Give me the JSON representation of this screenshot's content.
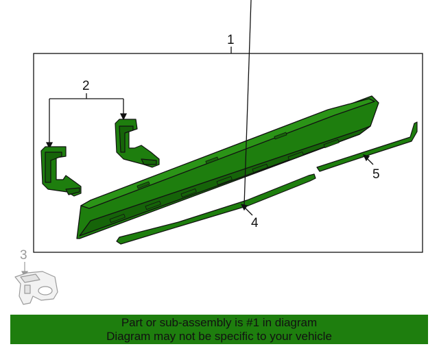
{
  "callouts": {
    "part1": "1",
    "part2": "2",
    "part3": "3",
    "part4": "4",
    "part5": "5"
  },
  "colors": {
    "highlight_fill": "#1e7e0e",
    "outline": "#111111",
    "muted_part": "#9a9a9a",
    "banner_bg": "#1e7e0e"
  },
  "banner": {
    "line1": "Part or sub-assembly is #1 in diagram",
    "line2": "Diagram may not be specific to your vehicle"
  }
}
